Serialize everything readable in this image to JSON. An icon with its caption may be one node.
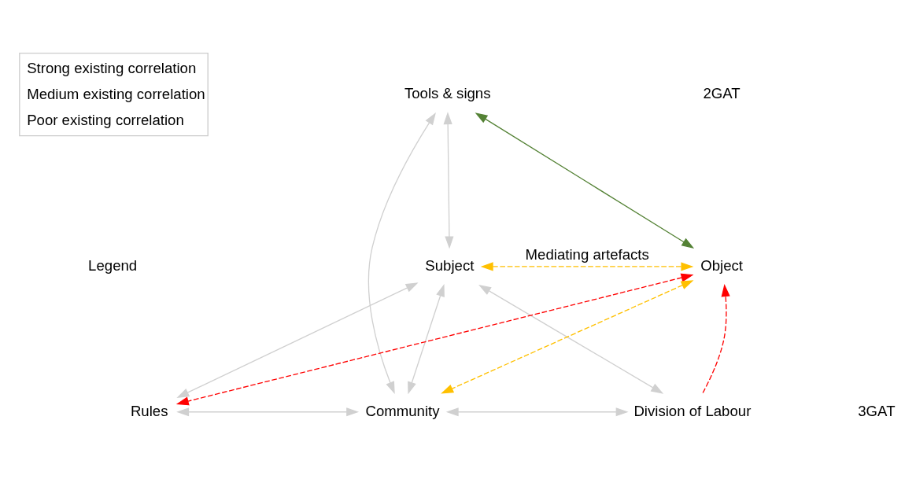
{
  "diagram": {
    "nodes": [
      {
        "text": [
          "Tools & signs"
        ]
      },
      {
        "text": [
          "Subject"
        ]
      },
      {
        "text": [
          "Object"
        ]
      },
      {
        "text": [
          "Rules"
        ]
      },
      {
        "text": [
          "Community"
        ]
      },
      {
        "text": [
          "Division of Labour"
        ]
      }
    ],
    "edges": [
      {
        "from": 0,
        "to": 1,
        "arrow": "both"
      },
      {
        "from": 0,
        "to": 4,
        "arrow": "both"
      },
      {
        "from": 0,
        "to": 2,
        "arrow": "both",
        "color": "#548235"
      },
      {
        "from": 1,
        "to": 2,
        "arrow": "both",
        "label": "Mediating artefacts",
        "style": "dashed",
        "color": "#ffc000"
      },
      {
        "from": 1,
        "to": 3,
        "arrow": "both"
      },
      {
        "from": 1,
        "to": 4,
        "arrow": "both"
      },
      {
        "from": 1,
        "to": 5,
        "arrow": "both"
      },
      {
        "from": 2,
        "to": 3,
        "arrow": "both",
        "style": "dashed",
        "color": "#ff0000"
      },
      {
        "from": 2,
        "to": 4,
        "arrow": "both",
        "style": "dashed",
        "color": "#ffc000"
      },
      {
        "from": 5,
        "to": 2,
        "arrow": "to",
        "style": "dashed",
        "color": "#ff0000"
      },
      {
        "from": 3,
        "to": 4,
        "arrow": "both"
      },
      {
        "from": 4,
        "to": 5,
        "arrow": "both"
      }
    ],
    "labels": [
      "Legend",
      "2GAT",
      "3GAT"
    ],
    "legend": [
      {
        "text": "Strong existing correlation"
      },
      {
        "text": "Medium existing correlation"
      },
      {
        "text": "Poor existing correlation"
      }
    ]
  }
}
